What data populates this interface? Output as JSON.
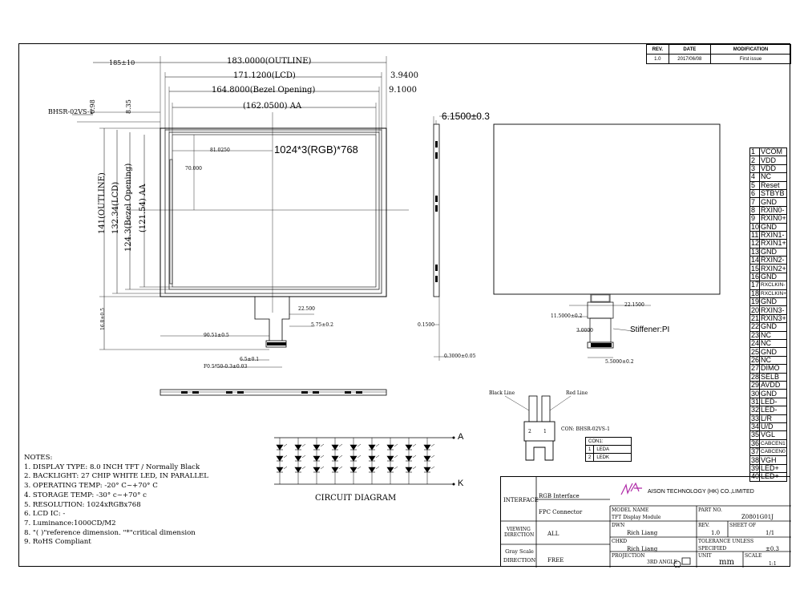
{
  "revision_table": {
    "headers": [
      "REV.",
      "DATE",
      "MODIFICATION"
    ],
    "row": [
      "1.0",
      "2017/06/08",
      "First issue"
    ]
  },
  "dimensions": {
    "outline_width": "183.0000(OUTLINE)",
    "lcd_width": "171.1200(LCD)",
    "bezel_width": "164.8000(Bezel Opening)",
    "aa_width": "(162.0500) AA",
    "d_3940": "3.9400",
    "d_9100": "9.1000",
    "left_offset": "185±10",
    "v_698": "6.98",
    "v_835": "8.35",
    "outline_height": "141(OUTLINE)",
    "lcd_height": "132.34(LCD)",
    "bezel_height": "124.3(Bezel Opening)",
    "aa_height": "(121.54) AA",
    "resolution_label": "1024*3(RGB)*768",
    "inner_w": "81.0250",
    "inner_h": "70.000",
    "thickness": "6.1500±0.3",
    "fpc_a": "22.500",
    "fpc_b": "5.75±0.2",
    "bottom_a": "90.51±0.5",
    "bottom_b": "6.5±0.1",
    "bottom_c": "F0.5*50-0.3±0.03",
    "left_v": "16.8±0.5",
    "side_a": "0.1500",
    "side_b": "0.3000±0.05",
    "back_a": "22.1500",
    "back_b": "11.5000±0.2",
    "back_c": "3.0000",
    "back_d": "5.5000±0.2",
    "connector_label": "BHSR-02VS-1",
    "stiffener": "Stiffener:PI"
  },
  "connector": {
    "black_line": "Black Line",
    "red_line": "Red Line",
    "con_label": "CON: BHSR-02VS-1",
    "con1": "CON1:",
    "pins": [
      [
        "1",
        "LEDA"
      ],
      [
        "2",
        "LEDK"
      ]
    ],
    "pin_nums": [
      "2",
      "1"
    ]
  },
  "pinout": [
    [
      "1",
      "VCOM"
    ],
    [
      "2",
      "VDD"
    ],
    [
      "3",
      "VDD"
    ],
    [
      "4",
      "NC"
    ],
    [
      "5",
      "Reset"
    ],
    [
      "6",
      "STBYB"
    ],
    [
      "7",
      "GND"
    ],
    [
      "8",
      "RXIN0-"
    ],
    [
      "9",
      "RXIN0+"
    ],
    [
      "10",
      "GND"
    ],
    [
      "11",
      "RXIN1-"
    ],
    [
      "12",
      "RXIN1+"
    ],
    [
      "13",
      "GND"
    ],
    [
      "14",
      "RXIN2-"
    ],
    [
      "15",
      "RXIN2+"
    ],
    [
      "16",
      "GND"
    ],
    [
      "17",
      "RXCLKIN-"
    ],
    [
      "18",
      "RXCLKIN+"
    ],
    [
      "19",
      "GND"
    ],
    [
      "20",
      "RXIN3-"
    ],
    [
      "21",
      "RXIN3+"
    ],
    [
      "22",
      "GND"
    ],
    [
      "23",
      "NC"
    ],
    [
      "24",
      "NC"
    ],
    [
      "25",
      "GND"
    ],
    [
      "26",
      "NC"
    ],
    [
      "27",
      "DIMO"
    ],
    [
      "28",
      "SELB"
    ],
    [
      "29",
      "AVDD"
    ],
    [
      "30",
      "GND"
    ],
    [
      "31",
      "LED-"
    ],
    [
      "32",
      "LED-"
    ],
    [
      "33",
      "L/R"
    ],
    [
      "34",
      "U/D"
    ],
    [
      "35",
      "VGL"
    ],
    [
      "36",
      "CABCEN1"
    ],
    [
      "37",
      "CABCEN0"
    ],
    [
      "38",
      "VGH"
    ],
    [
      "39",
      "LED+"
    ],
    [
      "40",
      "LED+"
    ]
  ],
  "circuit": {
    "title": "CIRCUIT DIAGRAM",
    "anode": "A",
    "cathode": "K"
  },
  "notes": {
    "title": "NOTES:",
    "items": [
      "1. DISPLAY TYPE: 8.0 INCH TFT / Normally Black",
      "2. BACKLIGHT: 27 CHIP WHITE LED, IN PARALLEL",
      "3. OPERATING TEMP: -20° C~+70° C",
      "4. STORAGE TEMP: -30° c~+70° c",
      "5. RESOLUTION: 1024xRGBx768",
      "6. LCD IC: -",
      "7. Luminance:1000CD/M2",
      "8. \"( )\"reference dimension. \"*\"critical dimension",
      "9. RoHS Compliant"
    ]
  },
  "title_block": {
    "interface_label": "INTERFACE",
    "interface_1": "RGB Interface",
    "interface_2": "FPC Connector",
    "company": "AISON TECHNOLOGY (HK) CO.,LIMITED",
    "model_name_label": "MODEL NAME",
    "model_name": "TFT Display Module",
    "part_no_label": "PART NO.",
    "part_no": "Z0801G01J",
    "viewing_label": "VIEWING DIRECTION",
    "viewing": "ALL",
    "dwn_label": "DWN",
    "dwn": "Rich Liang",
    "rev_label": "REV.",
    "rev": "1.0",
    "sheet_label": "SHEET OF",
    "sheet": "1/1",
    "chkd_label": "CHKD",
    "chkd": "Rich Liang",
    "tol_label": "TOLERANCE UNLESS",
    "tol_label2": "SPECIFIED",
    "tol": "±0.3",
    "gray_label": "Gray Scale DIRECTION",
    "gray": "FREE",
    "proj_label": "PROJECTION",
    "proj": "3RD ANGLE",
    "unit_label": "UNIT",
    "unit": "mm",
    "scale_label": "SCALE",
    "scale": "1:1"
  }
}
